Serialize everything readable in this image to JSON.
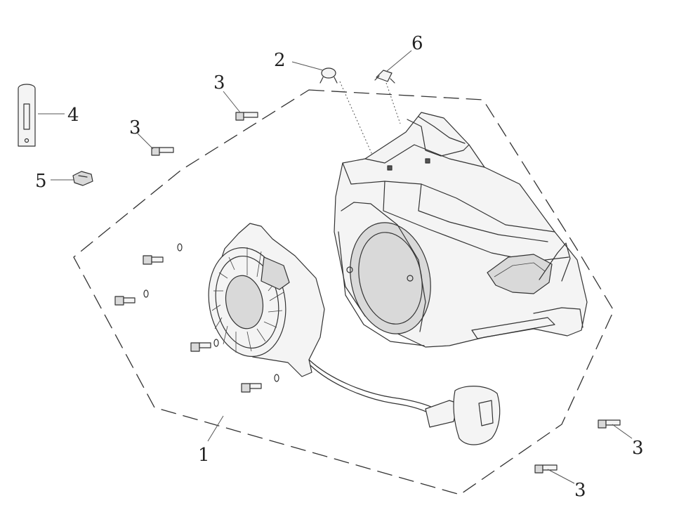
{
  "callouts": [
    {
      "id": "c1",
      "label": "1"
    },
    {
      "id": "c2",
      "label": "2"
    },
    {
      "id": "c3a",
      "label": "3"
    },
    {
      "id": "c3b",
      "label": "3"
    },
    {
      "id": "c3c",
      "label": "3"
    },
    {
      "id": "c3d",
      "label": "3"
    },
    {
      "id": "c4",
      "label": "4"
    },
    {
      "id": "c5",
      "label": "5"
    },
    {
      "id": "c6",
      "label": "6"
    }
  ]
}
